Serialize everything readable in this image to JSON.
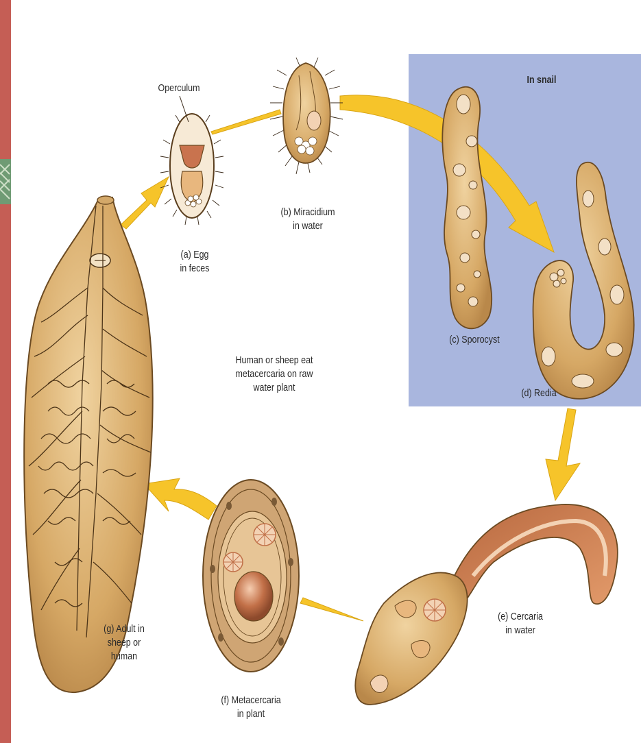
{
  "colors": {
    "left_stripe": "#c55e55",
    "snail_panel": "#a9b6de",
    "arrow": "#f6c42a",
    "body_tan": "#d8ad6c",
    "body_outline": "#6b4a22",
    "organ_pink": "#f3d2b4",
    "muscle_red": "#c07048"
  },
  "icons": [
    "leaf-pattern-icon"
  ],
  "labels": {
    "operculum": "Operculum",
    "egg": [
      "(a) Egg",
      "in feces"
    ],
    "miracidium": [
      "(b) Miracidium",
      "in water"
    ],
    "in_snail": "In snail",
    "sporocyst": "(c) Sporocyst",
    "redia": "(d) Redia",
    "cercaria": [
      "(e) Cercaria",
      "in water"
    ],
    "metacercaria": [
      "(f) Metacercaria",
      "in plant"
    ],
    "adult": [
      "(g) Adult in",
      "sheep or",
      "human"
    ],
    "note": [
      "Human or sheep eat",
      "metacercaria on raw",
      "water plant"
    ]
  }
}
